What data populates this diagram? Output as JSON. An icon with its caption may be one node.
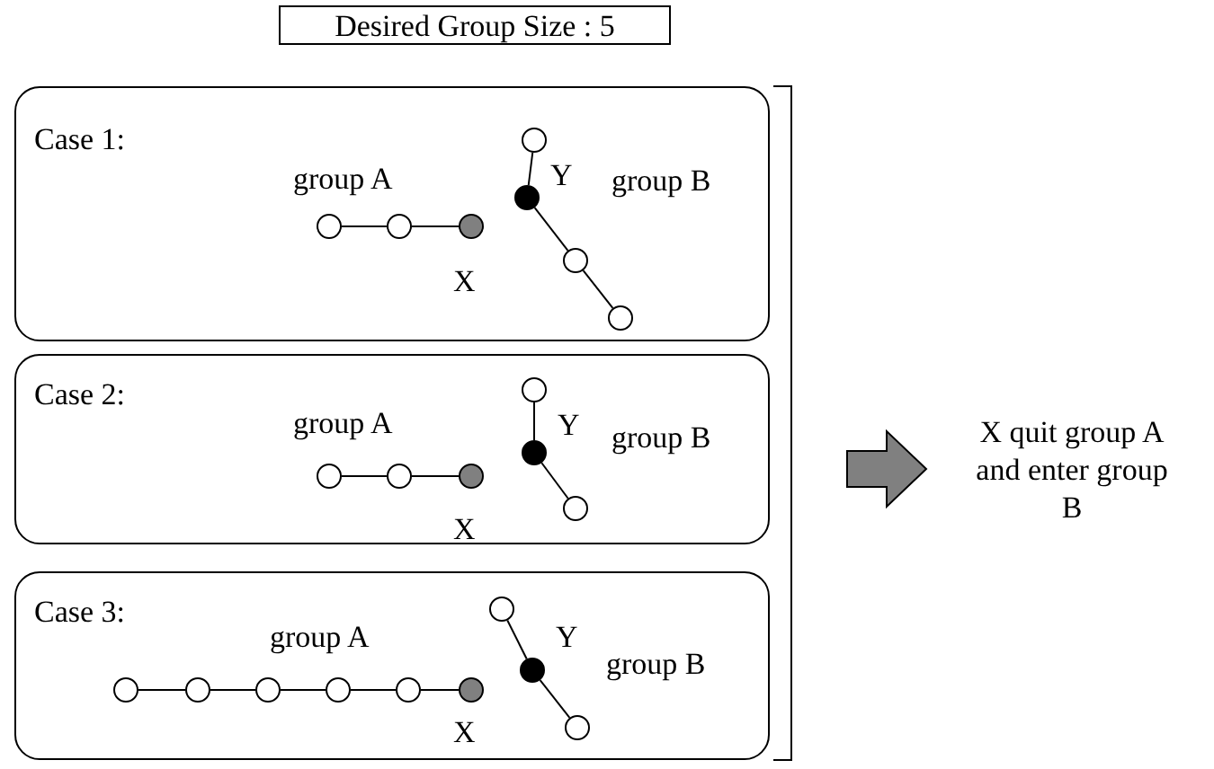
{
  "diagram": {
    "nodes": [
      {
        "text": [
          "Desired Group Size : 5"
        ]
      },
      {
        "text": [
          "Case 1:"
        ]
      },
      {
        "text": [],
        "shape": "circle",
        "in": 1
      },
      {
        "text": [],
        "shape": "circle",
        "in": 1
      },
      {
        "text": [],
        "shape": "circle",
        "in": 1,
        "beside": [
          "X"
        ]
      },
      {
        "text": [],
        "shape": "circle",
        "in": 1
      },
      {
        "text": [],
        "shape": "circle",
        "in": 1,
        "beside": [
          "Y"
        ]
      },
      {
        "text": [],
        "shape": "circle",
        "in": 1
      },
      {
        "text": [],
        "shape": "circle",
        "in": 1
      },
      {
        "text": [
          "Case 2:"
        ]
      },
      {
        "text": [],
        "shape": "circle",
        "in": 9
      },
      {
        "text": [],
        "shape": "circle",
        "in": 9
      },
      {
        "text": [],
        "shape": "circle",
        "in": 9,
        "beside": [
          "X"
        ]
      },
      {
        "text": [],
        "shape": "circle",
        "in": 9
      },
      {
        "text": [],
        "shape": "circle",
        "in": 9,
        "beside": [
          "Y"
        ]
      },
      {
        "text": [],
        "shape": "circle",
        "in": 9
      },
      {
        "text": [
          "Case 3:"
        ]
      },
      {
        "text": [],
        "shape": "circle",
        "in": 16
      },
      {
        "text": [],
        "shape": "circle",
        "in": 16
      },
      {
        "text": [],
        "shape": "circle",
        "in": 16
      },
      {
        "text": [],
        "shape": "circle",
        "in": 16
      },
      {
        "text": [],
        "shape": "circle",
        "in": 16
      },
      {
        "text": [],
        "shape": "circle",
        "in": 16,
        "beside": [
          "X"
        ]
      },
      {
        "text": [],
        "shape": "circle",
        "in": 16
      },
      {
        "text": [],
        "shape": "circle",
        "in": 16,
        "beside": [
          "Y"
        ]
      },
      {
        "text": [],
        "shape": "circle",
        "in": 16
      },
      {
        "text": [
          "X quit group A and enter group B"
        ]
      }
    ],
    "edges": [
      {
        "from": 2,
        "to": 3,
        "arrow": "none"
      },
      {
        "from": 3,
        "to": 4,
        "arrow": "none"
      },
      {
        "from": 5,
        "to": 6,
        "arrow": "none"
      },
      {
        "from": 6,
        "to": 7,
        "arrow": "none"
      },
      {
        "from": 7,
        "to": 8,
        "arrow": "none"
      },
      {
        "from": 10,
        "to": 11,
        "arrow": "none"
      },
      {
        "from": 11,
        "to": 12,
        "arrow": "none"
      },
      {
        "from": 13,
        "to": 14,
        "arrow": "none"
      },
      {
        "from": 14,
        "to": 15,
        "arrow": "none"
      },
      {
        "from": 17,
        "to": 18,
        "arrow": "none"
      },
      {
        "from": 18,
        "to": 19,
        "arrow": "none"
      },
      {
        "from": 19,
        "to": 20,
        "arrow": "none"
      },
      {
        "from": 20,
        "to": 21,
        "arrow": "none"
      },
      {
        "from": 21,
        "to": 22,
        "arrow": "none"
      },
      {
        "from": 23,
        "to": 24,
        "arrow": "none"
      },
      {
        "from": 24,
        "to": 25,
        "arrow": "none"
      },
      {
        "from": null,
        "to": 26,
        "arrow": "to"
      }
    ],
    "labels": [
      "group A",
      "group B",
      "group A",
      "group B",
      "group A",
      "group B"
    ]
  }
}
